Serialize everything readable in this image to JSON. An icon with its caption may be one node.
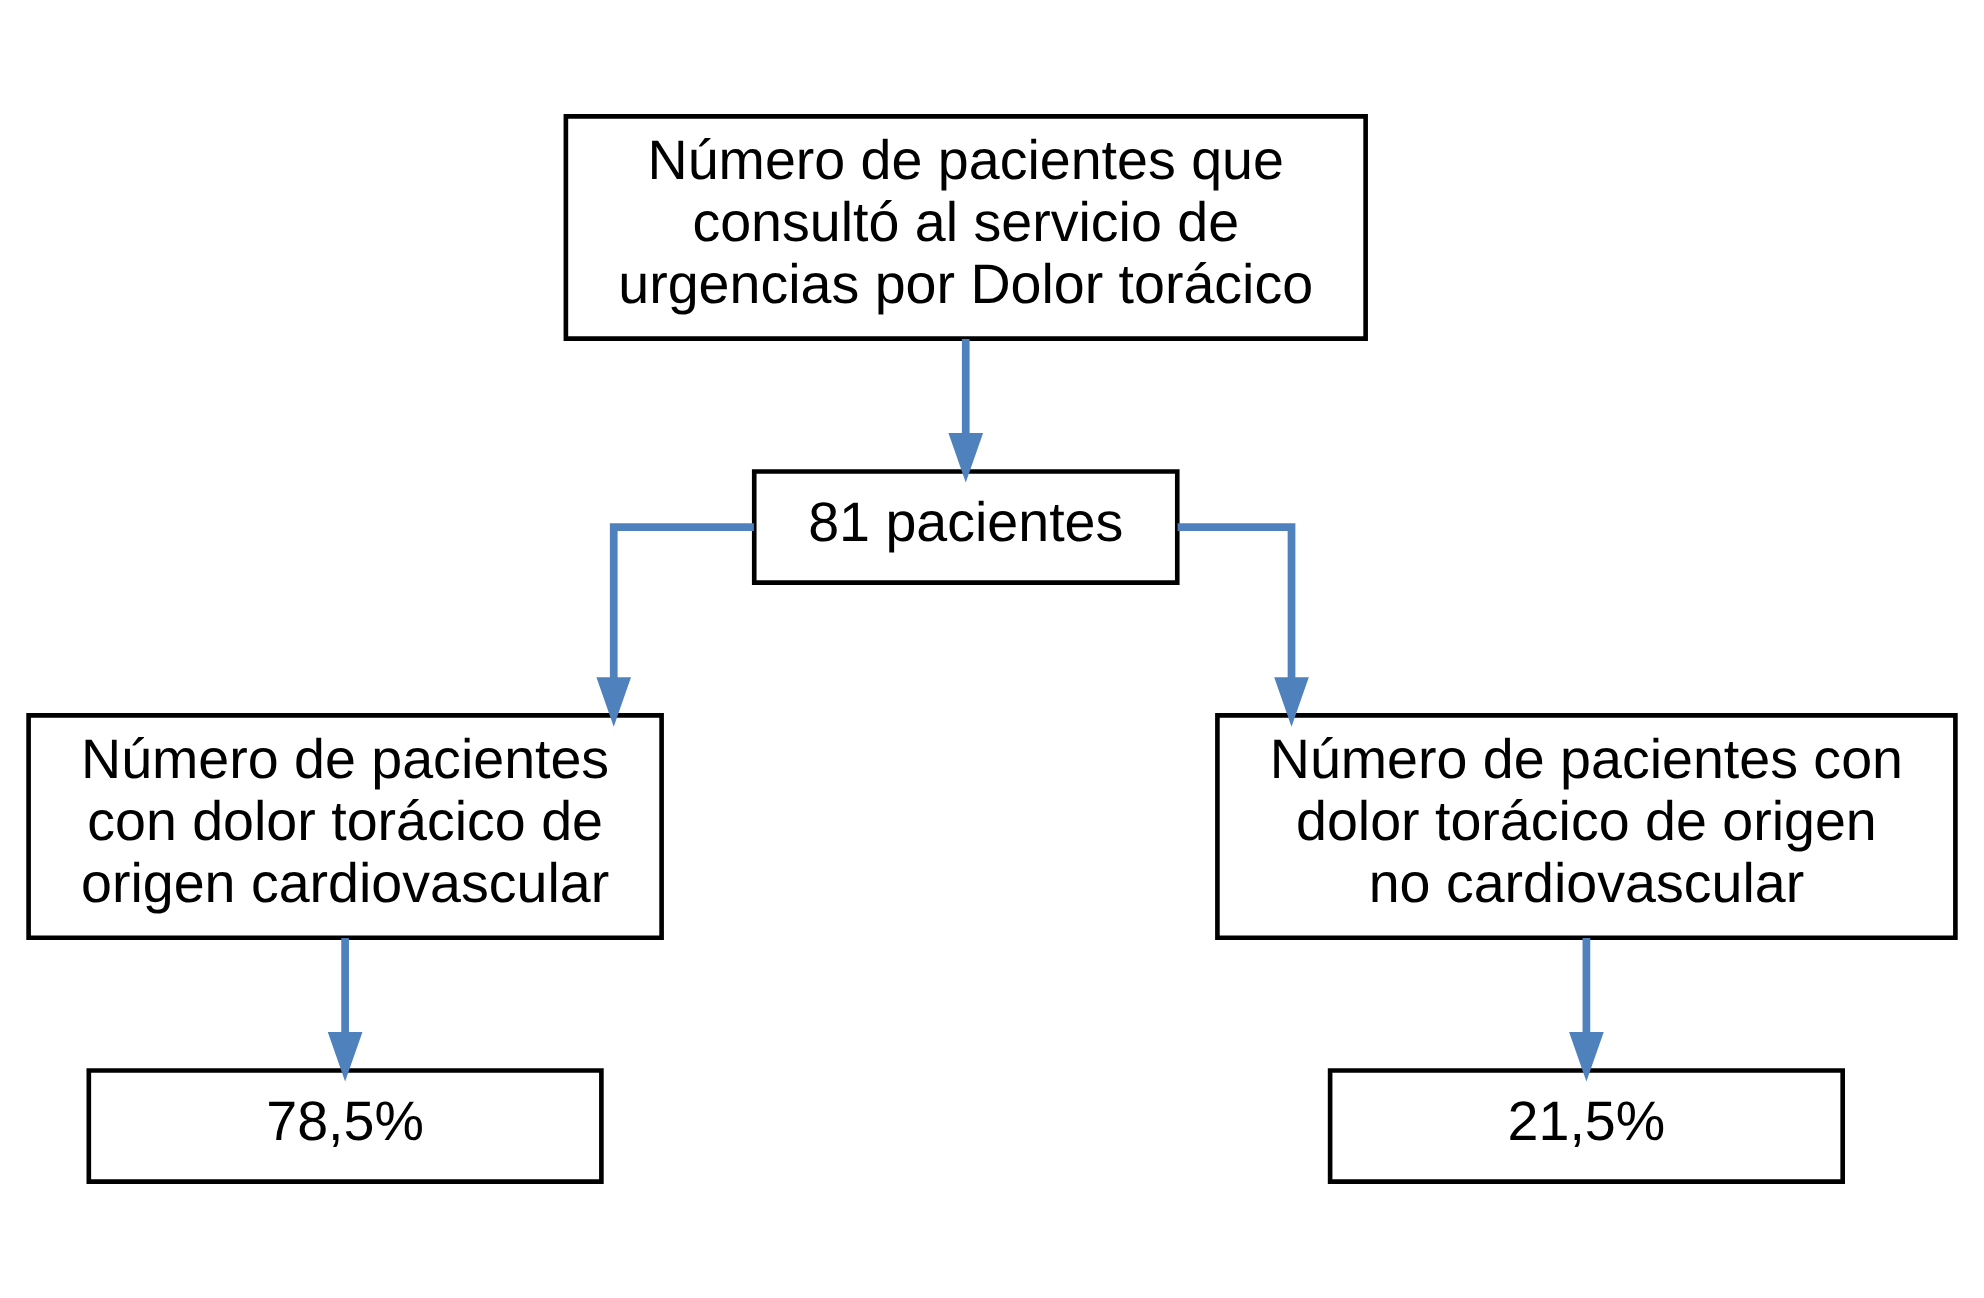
{
  "diagram": {
    "nodes": [
      {
        "text": [
          "Número de pacientes que consultó al servicio de urgencias por Dolor torácico"
        ]
      },
      {
        "text": [
          "81 pacientes"
        ]
      },
      {
        "text": [
          "Número de pacientes con dolor torácico de origen cardiovascular"
        ]
      },
      {
        "text": [
          "Número de pacientes con dolor torácico de origen no cardiovascular"
        ]
      },
      {
        "text": [
          "78,5%"
        ]
      },
      {
        "text": [
          "21,5%"
        ]
      }
    ],
    "edges": [
      {
        "from": 0,
        "to": 1,
        "arrow": "to"
      },
      {
        "from": 1,
        "to": 2,
        "arrow": "to"
      },
      {
        "from": 1,
        "to": 3,
        "arrow": "to"
      },
      {
        "from": 2,
        "to": 4,
        "arrow": "to"
      },
      {
        "from": 3,
        "to": 5,
        "arrow": "to"
      }
    ]
  }
}
